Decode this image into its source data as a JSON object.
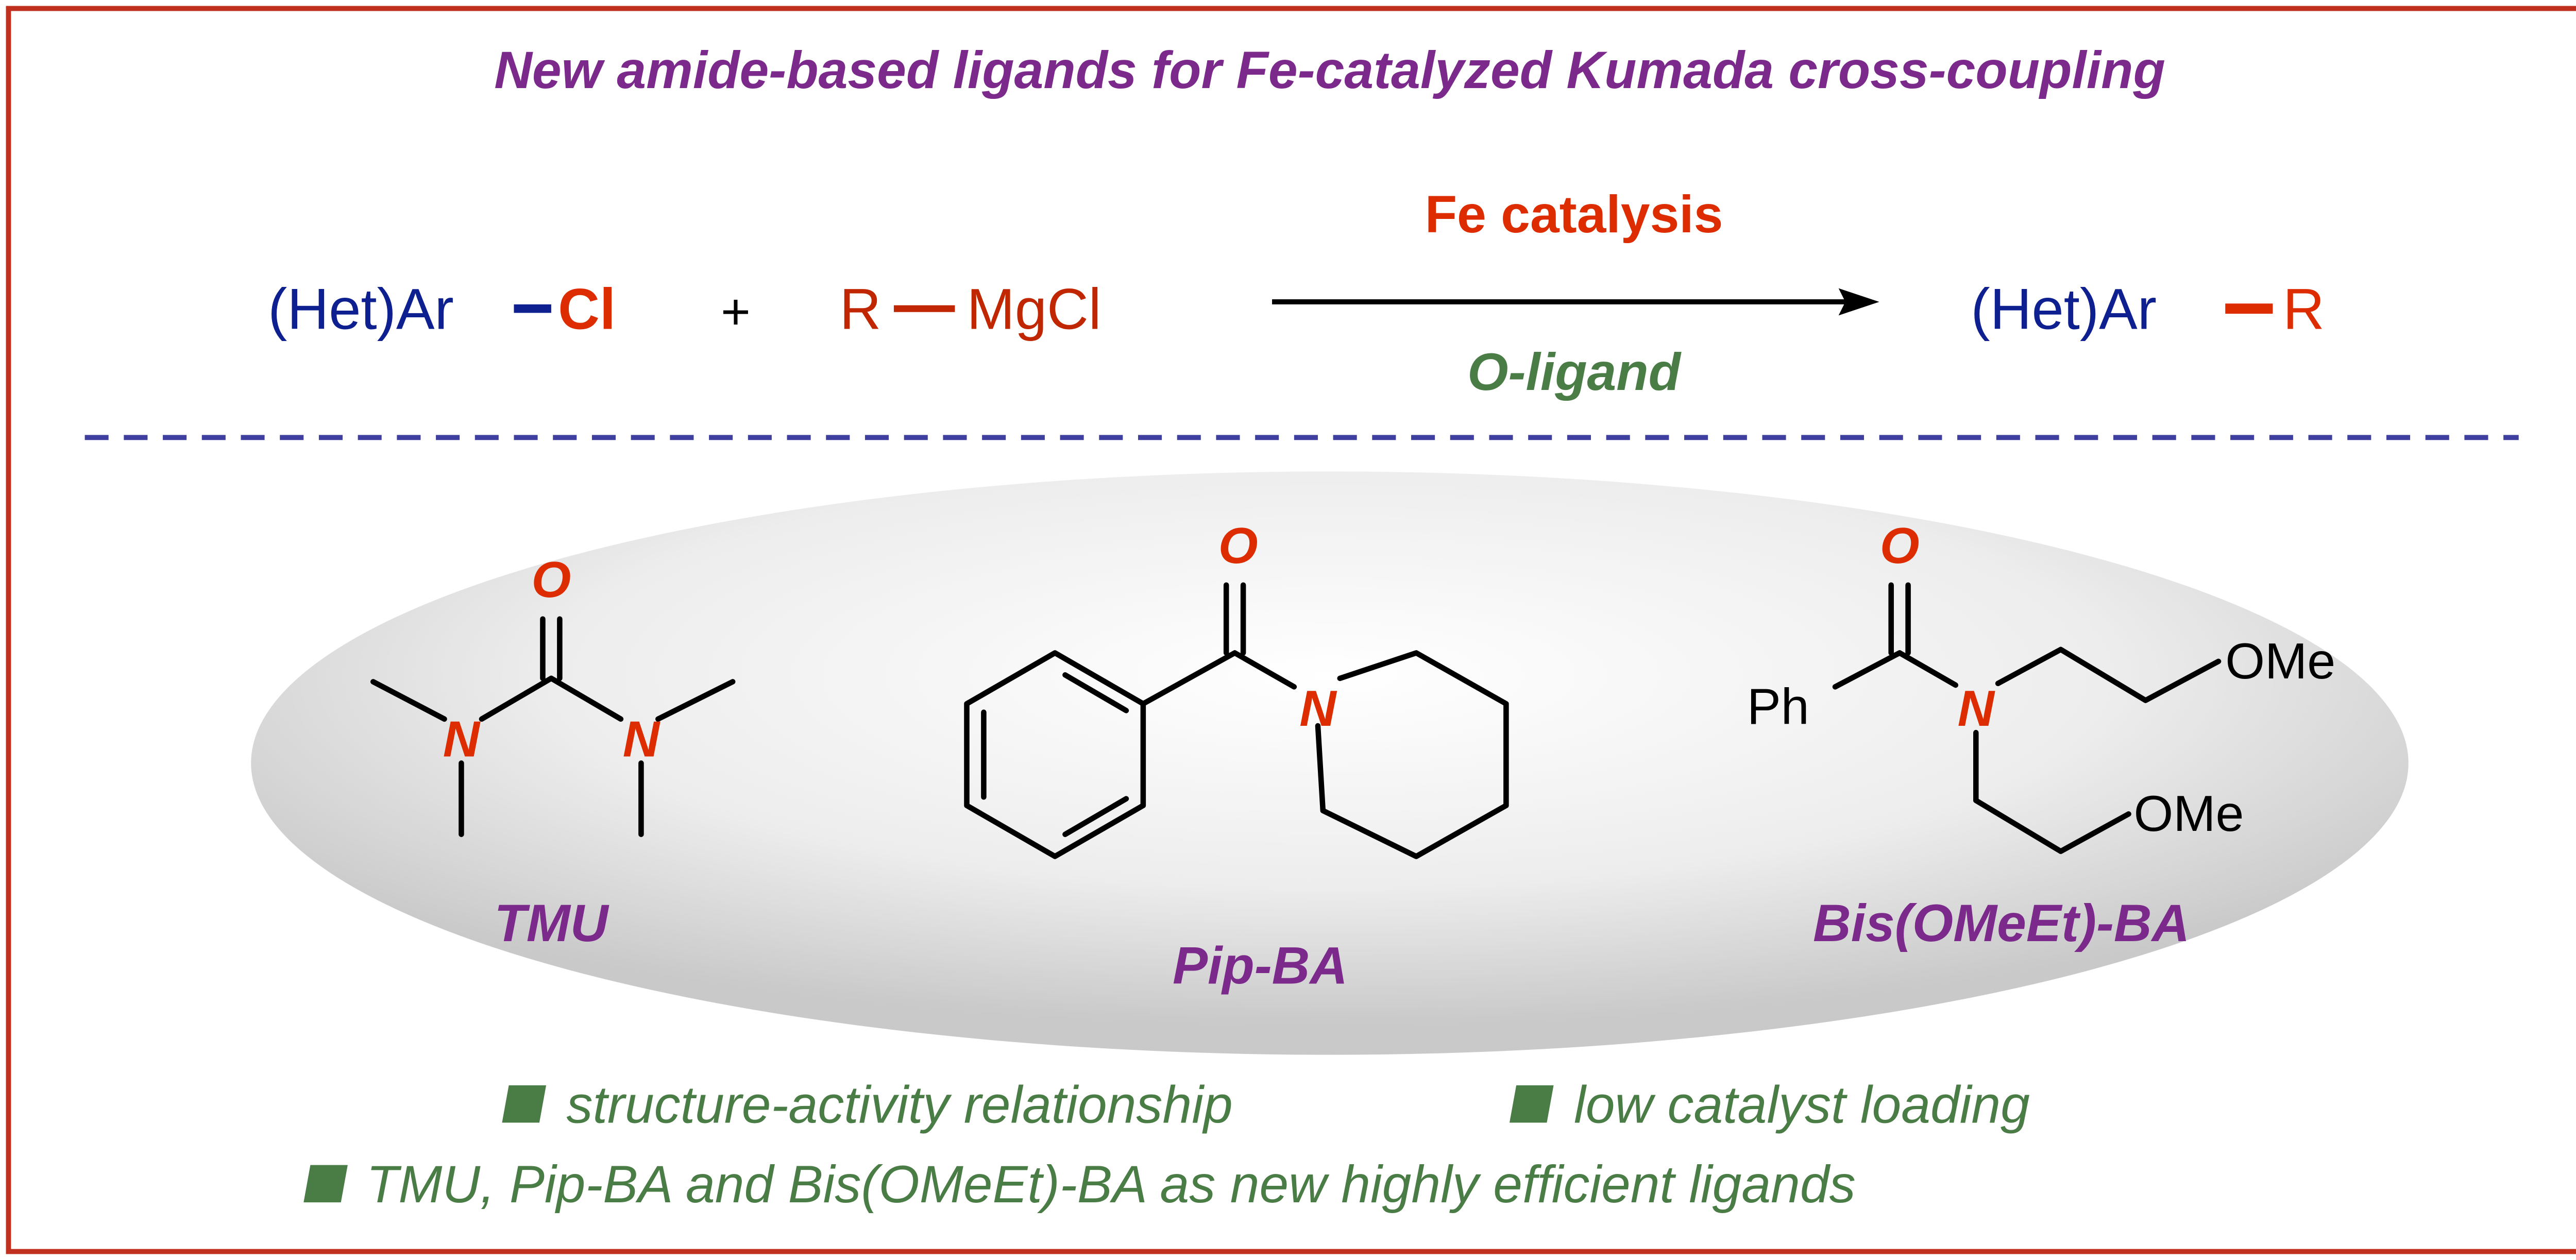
{
  "title": "New amide-based ligands for Fe-catalyzed Kumada cross-coupling",
  "reaction": {
    "reactant1_prefix": "(Het)Ar",
    "reactant1_halide": "Cl",
    "plus": "+",
    "reactant2_r": "R",
    "reactant2_mg": "MgCl",
    "condition_top": "Fe catalysis",
    "condition_bottom": "O-ligand",
    "product_prefix": "(Het)Ar",
    "product_r": "R"
  },
  "ligands": [
    {
      "name": "TMU",
      "atoms": {
        "o": "O",
        "n1": "N",
        "n2": "N"
      }
    },
    {
      "name": "Pip-BA",
      "atoms": {
        "o": "O",
        "n": "N"
      }
    },
    {
      "name": "Bis(OMeEt)-BA",
      "atoms": {
        "o": "O",
        "n": "N",
        "ph": "Ph",
        "ome1": "OMe",
        "ome2": "OMe"
      }
    }
  ],
  "highlights": [
    "structure-activity relationship",
    "low catalyst loading",
    "TMU, Pip-BA and Bis(OMeEt)-BA as new highly efficient ligands"
  ],
  "colors": {
    "border": "#c0301e",
    "title": "#7b2a8b",
    "blue": "#0e2090",
    "red": "#dd2c00",
    "darkred": "#c02600",
    "green": "#4a7c45",
    "dash": "#3f3f9f"
  }
}
